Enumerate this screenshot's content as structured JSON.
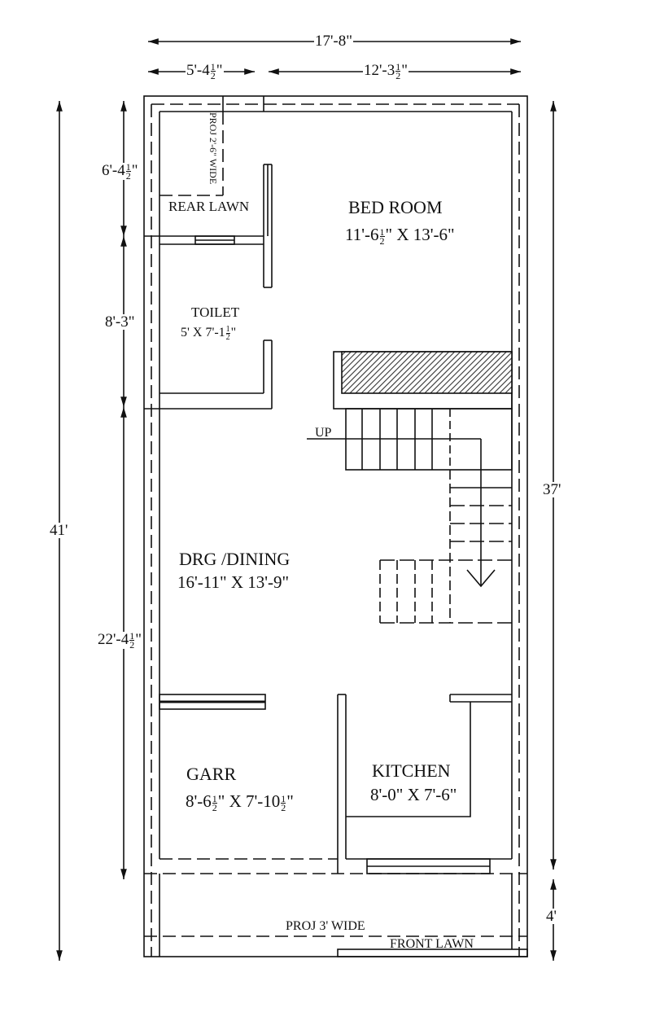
{
  "drawing": {
    "type": "architectural floor plan",
    "overall": {
      "width": "17'-8\"",
      "depth": "41'"
    },
    "top_dimensions": {
      "total": "17'-8\"",
      "left_segment": {
        "whole": "5'-4",
        "num": "1",
        "den": "2",
        "suffix": "\""
      },
      "right_segment": {
        "whole": "12'-3",
        "num": "1",
        "den": "2",
        "suffix": "\""
      }
    },
    "left_dimensions": {
      "total": "41'",
      "segments": [
        {
          "whole": "6'-4",
          "num": "1",
          "den": "2",
          "suffix": "\""
        },
        {
          "text": "8'-3\""
        },
        {
          "whole": "22'-4",
          "num": "1",
          "den": "2",
          "suffix": "\""
        }
      ]
    },
    "right_dimensions": {
      "main": "37'",
      "front": "4'"
    },
    "rooms": {
      "bedroom": {
        "name": "BED ROOM",
        "dim_a": "11'-6",
        "num": "1",
        "den": "2",
        "dim_b": "\" X 13'-6\""
      },
      "toilet": {
        "name": "TOILET",
        "dim_a": "5' X 7'-1",
        "num": "1",
        "den": "2",
        "dim_b": "\""
      },
      "drawing_dining": {
        "name": "DRG /DINING",
        "dim": "16'-11\" X 13'-9\""
      },
      "garage": {
        "name": "GARR",
        "dim_a": "8'-6",
        "num1": "1",
        "den1": "2",
        "dim_b": "\" X 7'-10",
        "num2": "1",
        "den2": "2",
        "dim_c": "\""
      },
      "kitchen": {
        "name": "KITCHEN",
        "dim": "8'-0\" X 7'-6\""
      }
    },
    "annotations": {
      "rear_lawn": "REAR LAWN",
      "rear_projection": "PROJ 2'-6\" WIDE",
      "stair_up": "UP",
      "front_projection": "PROJ 3' WIDE",
      "front_lawn": "FRONT LAWN"
    },
    "colors": {
      "line": "#111111",
      "background": "#ffffff",
      "hatch": "#333333"
    }
  }
}
